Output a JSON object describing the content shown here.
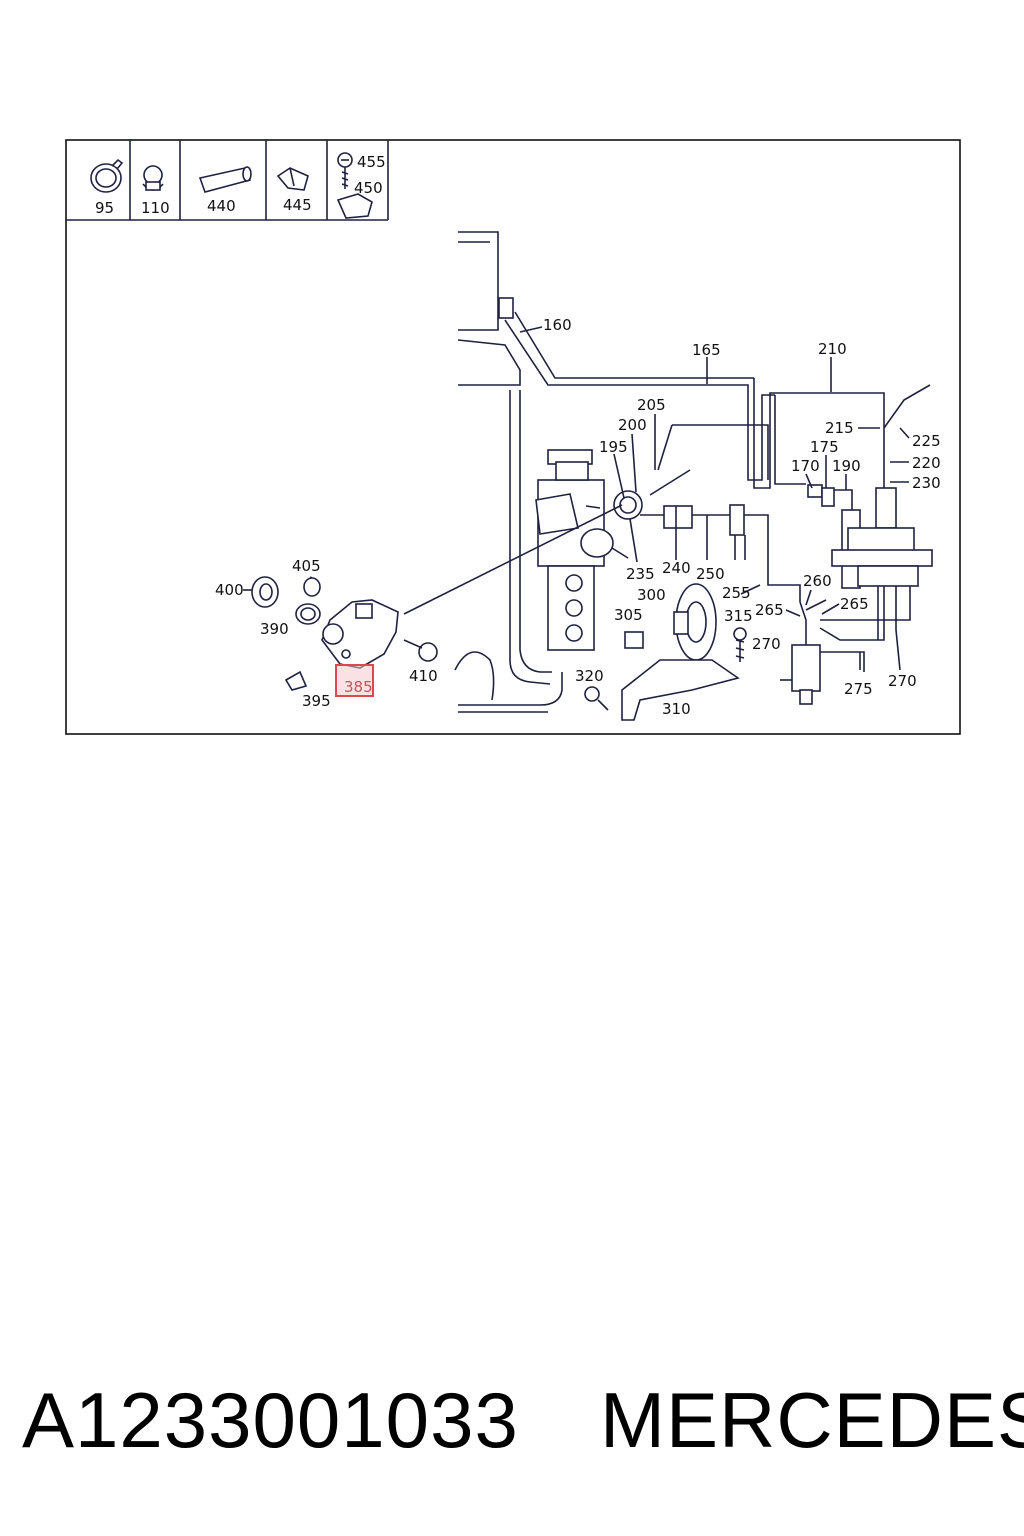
{
  "legend": {
    "items": [
      "95",
      "110",
      "440",
      "445"
    ],
    "screw_labels": [
      "455",
      "450"
    ]
  },
  "callouts": {
    "c160": "160",
    "c165": "165",
    "c210": "210",
    "c205": "205",
    "c200": "200",
    "c195": "195",
    "c215": "215",
    "c175": "175",
    "c225": "225",
    "c170": "170",
    "c190": "190",
    "c220": "220",
    "c230": "230",
    "c235": "235",
    "c240": "240",
    "c250": "250",
    "c255": "255",
    "c260": "260",
    "c265a": "265",
    "c265b": "265",
    "c270a": "270",
    "c270b": "270",
    "c275": "275",
    "c300": "300",
    "c305": "305",
    "c310": "310",
    "c315": "315",
    "c320": "320",
    "c400": "400",
    "c405": "405",
    "c390": "390",
    "c395": "395",
    "c410": "410"
  },
  "highlight": {
    "label": "385",
    "color": "#e0464e"
  },
  "footer": {
    "part_number": "A1233001033",
    "brand": "MERCEDES"
  }
}
